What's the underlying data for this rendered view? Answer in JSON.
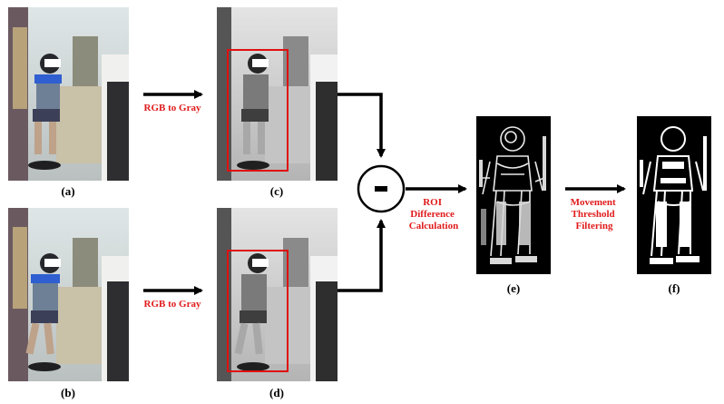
{
  "panels": {
    "a": {
      "label": "(a)",
      "kind": "color-frame"
    },
    "b": {
      "label": "(b)",
      "kind": "color-frame"
    },
    "c": {
      "label": "(c)",
      "kind": "gray-frame-with-roi"
    },
    "d": {
      "label": "(d)",
      "kind": "gray-frame-with-roi"
    },
    "e": {
      "label": "(e)",
      "kind": "difference-map"
    },
    "f": {
      "label": "(f)",
      "kind": "threshold-map"
    }
  },
  "steps": {
    "rgb_to_gray_top": {
      "lines": [
        "RGB to Gray"
      ]
    },
    "rgb_to_gray_bottom": {
      "lines": [
        "RGB to Gray"
      ]
    },
    "roi_diff": {
      "lines": [
        "ROI",
        "Difference",
        "Calculation"
      ]
    },
    "movement_filter": {
      "lines": [
        "Movement",
        "Threshold",
        "Filtering"
      ]
    }
  },
  "operator": {
    "symbol": "−",
    "icon": "minus-circle-icon"
  },
  "colors": {
    "label_red": "#e01b1b",
    "roi_box": "#e01010",
    "arrow": "#000000"
  }
}
